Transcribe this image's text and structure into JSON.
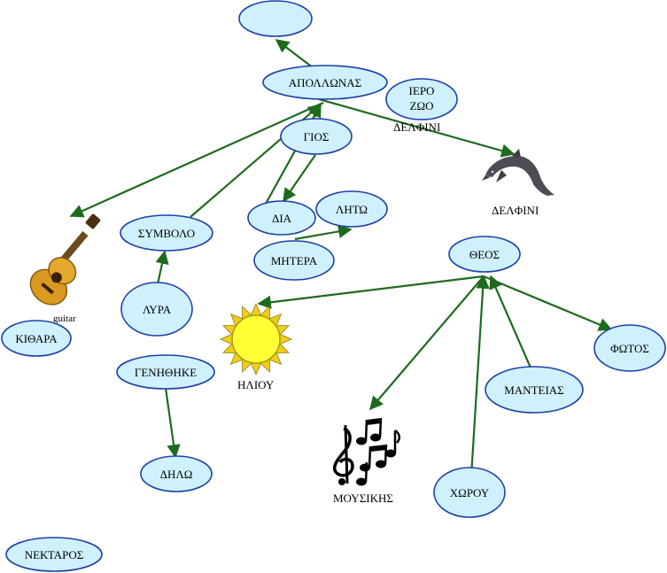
{
  "nodes": {
    "empty_top": "",
    "apollonas": "ΑΠΟΛΛΩΝΑΣ",
    "iero_zoo_line1": "ΙΕΡΟ",
    "iero_zoo_line2": "ΖΩΟ",
    "gios": "ΓΙΟΣ",
    "dia": "ΔΙΑ",
    "lito": "ΛΗΤΩ",
    "mitera": "ΜΗΤΕΡΑ",
    "symvolo": "ΣΥΜΒΟΛΟ",
    "lyra": "ΛΥΡΑ",
    "genithike": "ΓΕΝΗΘΗΚΕ",
    "dilo": "ΔΗΛΩ",
    "kithara": "ΚΙΘΑΡΑ",
    "nektaros": "ΝΕΚΤΑΡΟΣ",
    "theos": "ΘΕΟΣ",
    "fotos": "ΦΩΤΟΣ",
    "manteias": "ΜΑΝΤΕΙΑΣ",
    "chorou": "ΧΩΡΟΥ"
  },
  "labels": {
    "edge_delfini": "ΔΕΛΦΙΝΙ",
    "dolphin_caption": "ΔΕΛΦΙΝΙ",
    "guitar_caption": "guitar",
    "sun_caption": "ΗΛΙΟΥ",
    "music_caption": "ΜΟΥΣΙΚΗΣ"
  },
  "icons": [
    "guitar-icon",
    "dolphin-icon",
    "sun-icon",
    "music-notes-icon"
  ],
  "colors": {
    "node_fill": "#cff1fd",
    "node_stroke": "#1d3fa8",
    "edge": "#1d6b1d"
  }
}
